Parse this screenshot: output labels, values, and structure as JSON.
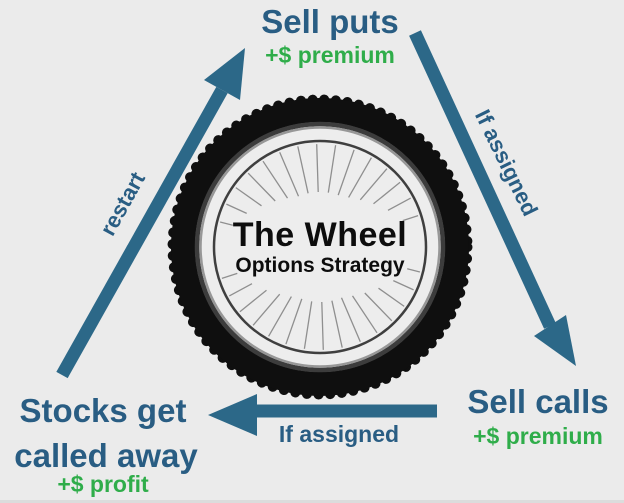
{
  "colors": {
    "blue_text": "#295d83",
    "arrow": "#2c6888",
    "green": "#2fad4a",
    "tire": "#0f0f0f",
    "background": "#ebebeb"
  },
  "wheel": {
    "title": "The Wheel",
    "subtitle": "Options Strategy"
  },
  "nodes": {
    "sell_puts": {
      "label": "Sell puts",
      "benefit": "+$ premium"
    },
    "sell_calls": {
      "label": "Sell calls",
      "benefit": "+$ premium"
    },
    "stocks_called_away": {
      "line1": "Stocks get",
      "line2": "called away",
      "benefit": "+$ profit"
    }
  },
  "edges": {
    "sell_puts_to_sell_calls": "If assigned",
    "sell_calls_to_stocks": "If assigned",
    "stocks_to_sell_puts": "restart"
  }
}
